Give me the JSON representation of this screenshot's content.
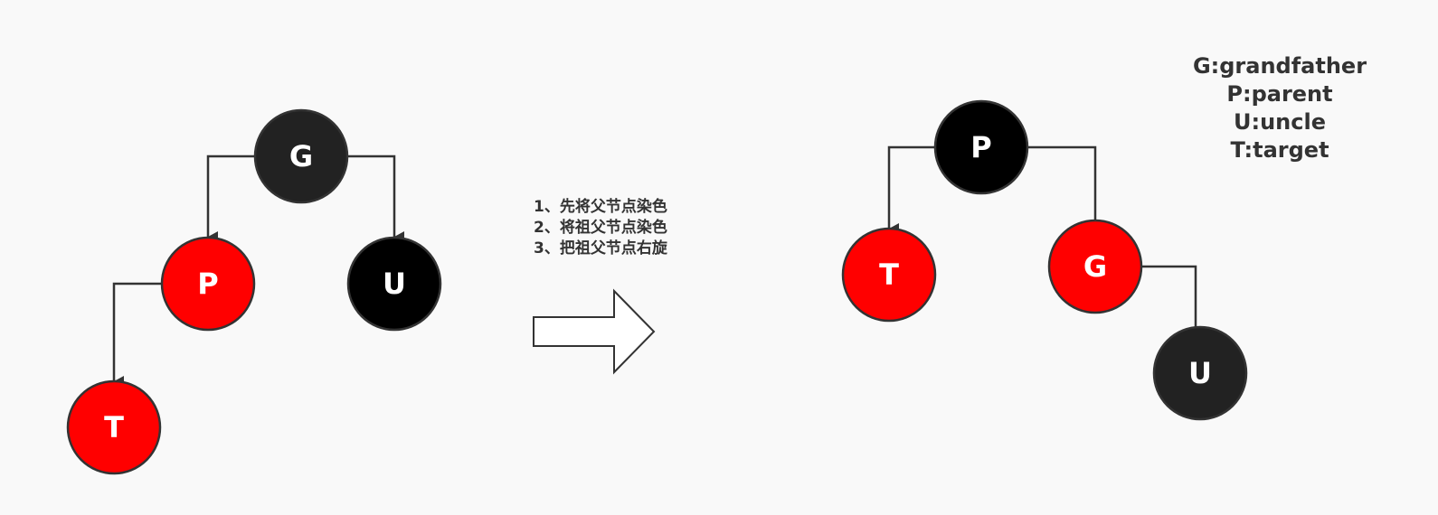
{
  "colors": {
    "background": "#f9f9f9",
    "red": "#ff0000",
    "black": "#000000",
    "dark": "#222222",
    "stroke": "#333333",
    "text": "#333333"
  },
  "before": {
    "nodes": [
      {
        "id": "G",
        "label": "G",
        "color": "dark"
      },
      {
        "id": "P",
        "label": "P",
        "color": "red"
      },
      {
        "id": "U",
        "label": "U",
        "color": "black"
      },
      {
        "id": "T",
        "label": "T",
        "color": "red"
      }
    ]
  },
  "after": {
    "nodes": [
      {
        "id": "P",
        "label": "P",
        "color": "black"
      },
      {
        "id": "T",
        "label": "T",
        "color": "red"
      },
      {
        "id": "G",
        "label": "G",
        "color": "red"
      },
      {
        "id": "U",
        "label": "U",
        "color": "dark"
      }
    ]
  },
  "steps": [
    "1、先将父节点染色",
    "2、将祖父节点染色",
    "3、把祖父节点右旋"
  ],
  "legend": [
    "G:grandfather",
    "P:parent",
    "U:uncle",
    "T:target"
  ]
}
